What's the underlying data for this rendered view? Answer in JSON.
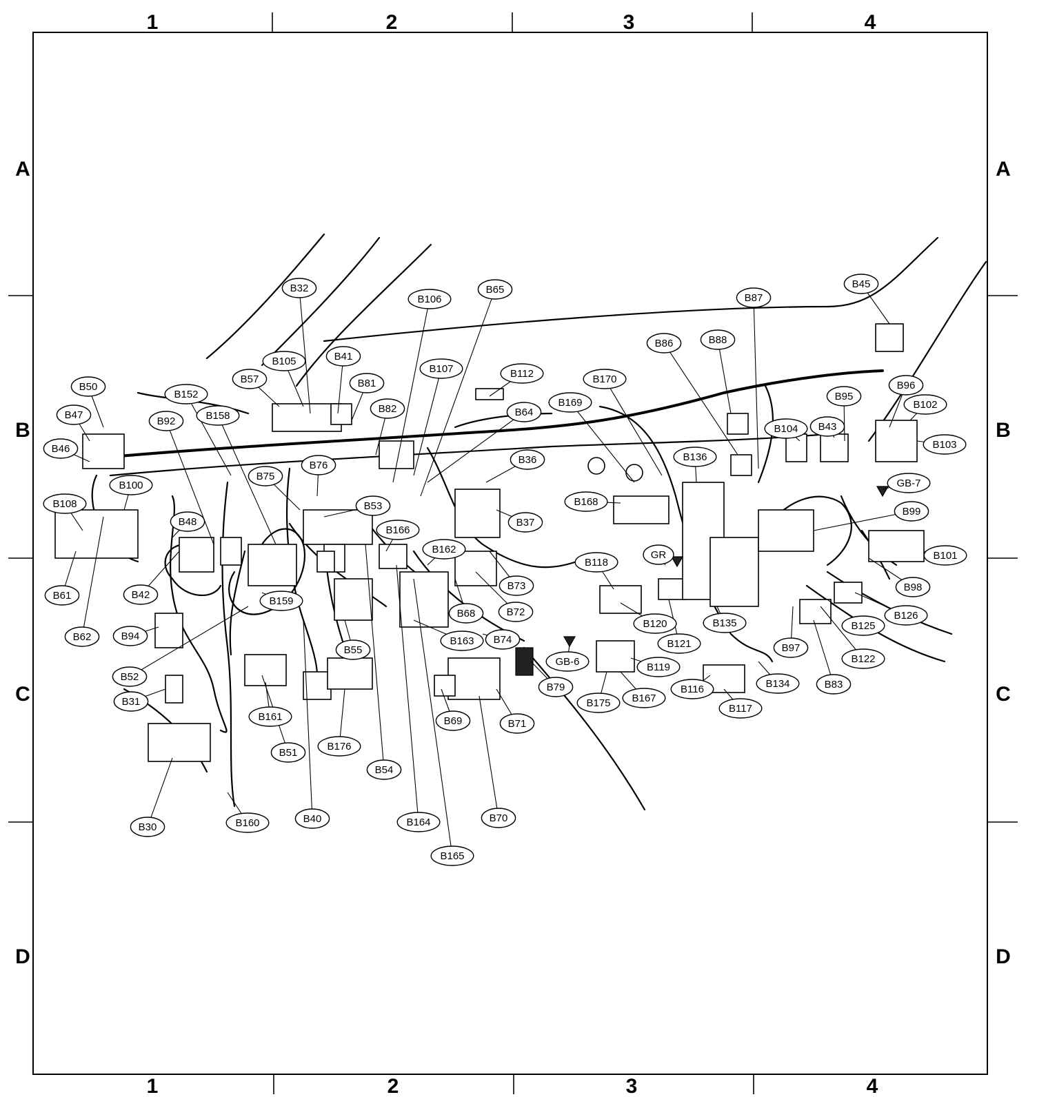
{
  "grid": {
    "columns": [
      "1",
      "2",
      "3",
      "4"
    ],
    "rows": [
      "A",
      "B",
      "C",
      "D"
    ]
  },
  "connectors": [
    "B32",
    "B106",
    "B65",
    "B87",
    "B45",
    "B105",
    "B41",
    "B107",
    "B112",
    "B86",
    "B88",
    "B50",
    "B57",
    "B81",
    "B170",
    "B96",
    "B95",
    "B47",
    "B152",
    "B158",
    "B82",
    "B64",
    "B169",
    "B102",
    "B92",
    "B104",
    "B43",
    "B46",
    "B103",
    "B75",
    "B76",
    "B36",
    "B136",
    "B100",
    "B108",
    "B53",
    "B168",
    "GB-7",
    "B48",
    "B166",
    "B37",
    "B99",
    "B42",
    "B162",
    "B118",
    "GR",
    "B101",
    "B61",
    "B159",
    "B73",
    "B98",
    "B62",
    "B94",
    "B68",
    "B72",
    "B120",
    "B121",
    "B135",
    "B126",
    "B125",
    "B163",
    "B74",
    "B55",
    "B97",
    "B122",
    "GB-6",
    "B119",
    "B52",
    "B79",
    "B116",
    "B134",
    "B83",
    "B31",
    "B161",
    "B175",
    "B167",
    "B117",
    "B69",
    "B71",
    "B51",
    "B176",
    "B54",
    "B40",
    "B70",
    "B30",
    "B160",
    "B164",
    "B165"
  ]
}
